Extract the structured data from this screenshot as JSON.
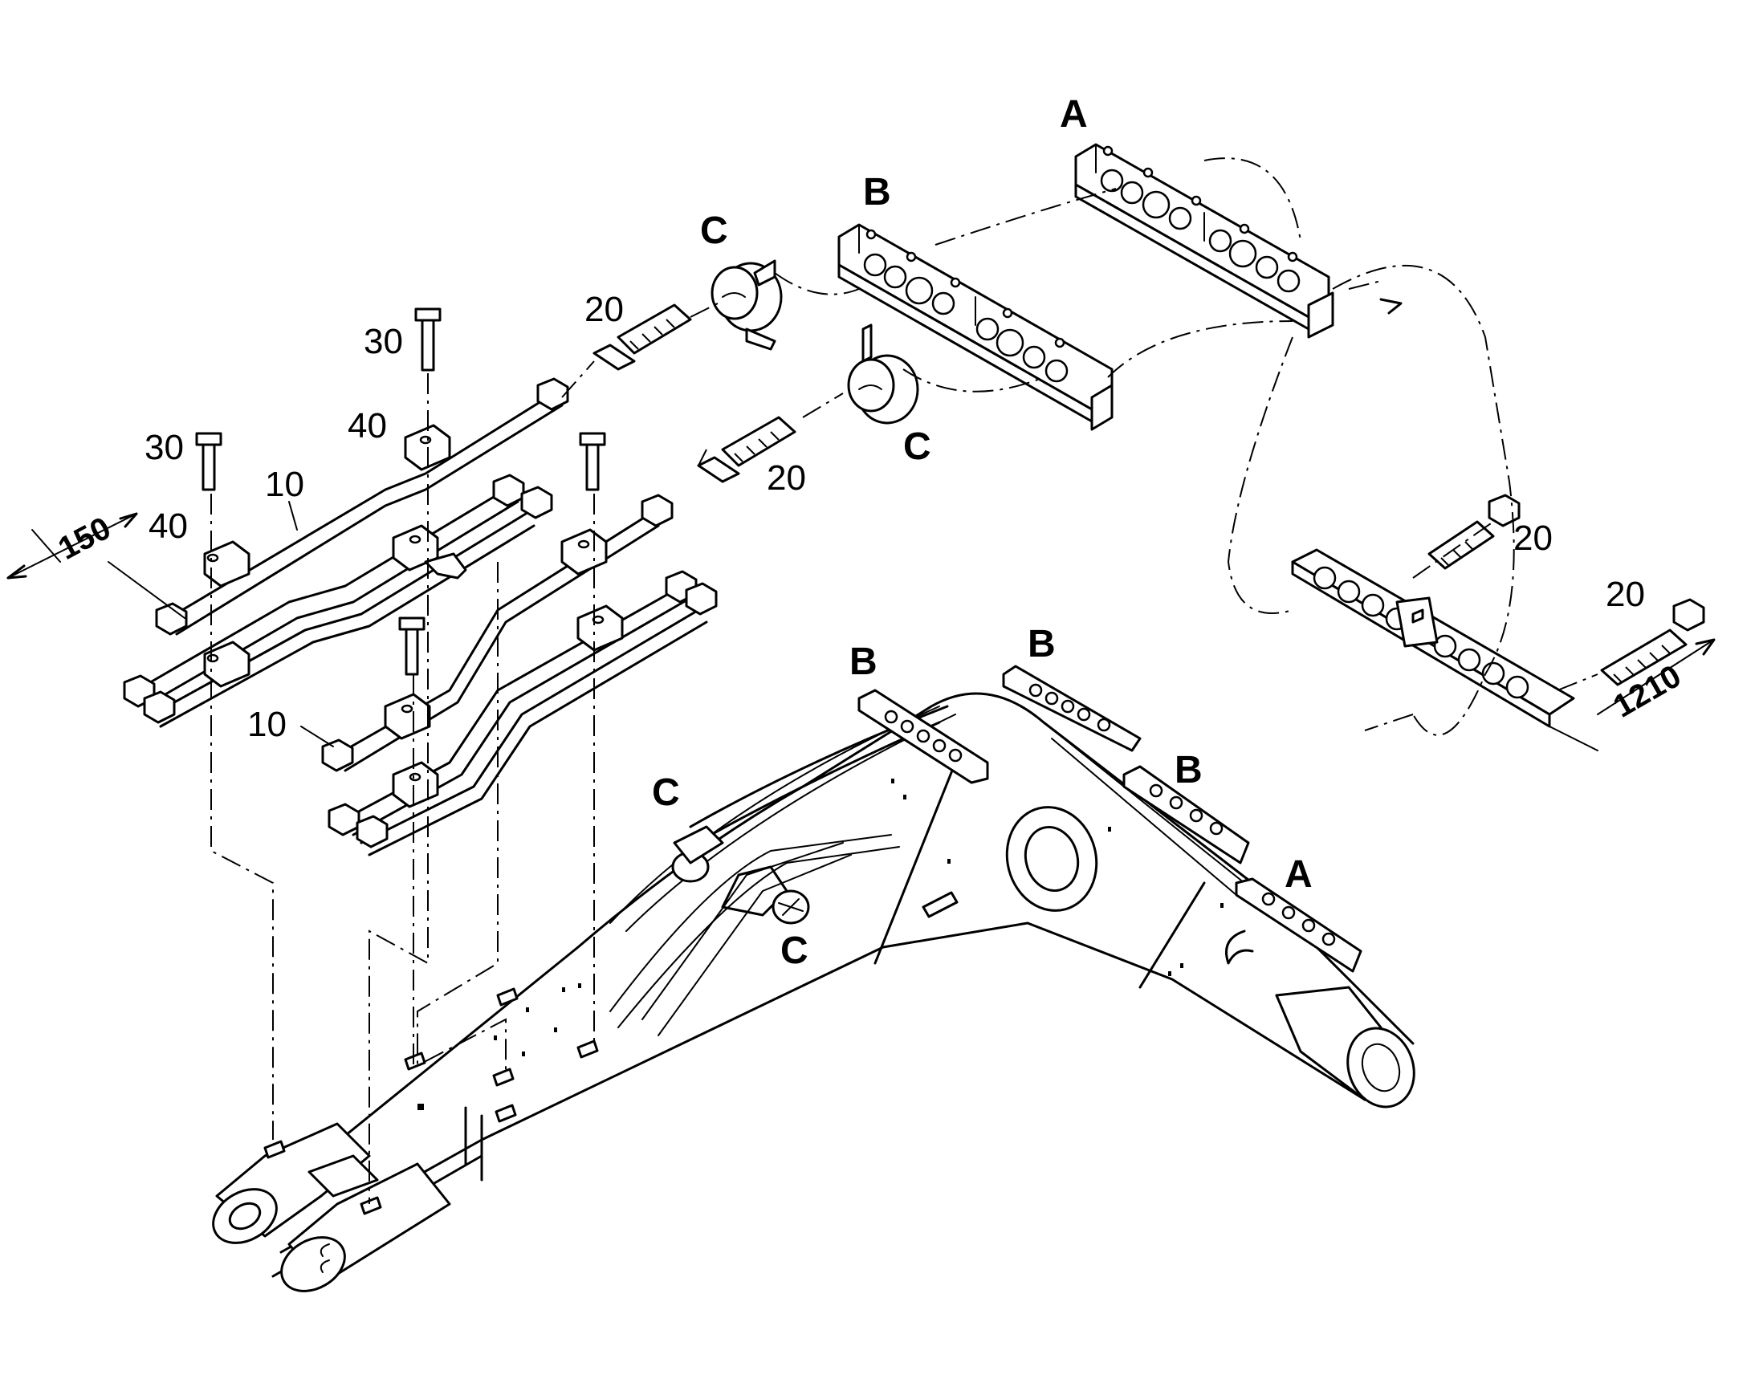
{
  "labels": {
    "section_a": "A",
    "section_b": "B",
    "section_c": "C",
    "part_10": "10",
    "part_20": "20",
    "part_30": "30",
    "part_40": "40"
  },
  "dimensions": {
    "left": "150",
    "right": "1210"
  }
}
